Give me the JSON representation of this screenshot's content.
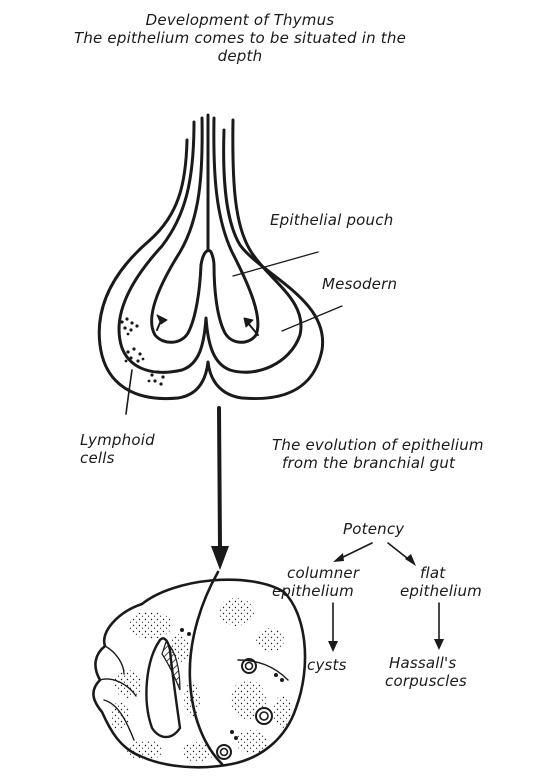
{
  "title": {
    "line1": "Development of Thymus",
    "line2": "The epithelium comes to be situated in the",
    "line3": "depth"
  },
  "labels": {
    "epithelial_pouch": "Epithelial pouch",
    "mesoderm": "Mesodern",
    "lymphoid_line1": "Lymphoid",
    "lymphoid_line2": "cells",
    "evolution_line1": "The evolution of epithelium",
    "evolution_line2": "from the branchial gut",
    "potency": "Potency",
    "columnar_line1": "columner",
    "columnar_line2": "epithelium",
    "flat_line1": "flat",
    "flat_line2": "epithelium",
    "cysts": "cysts",
    "hassall_line1": "Hassall's",
    "hassall_line2": "corpuscles"
  },
  "colors": {
    "ink": "#1a1a1a",
    "background": "#ffffff"
  }
}
